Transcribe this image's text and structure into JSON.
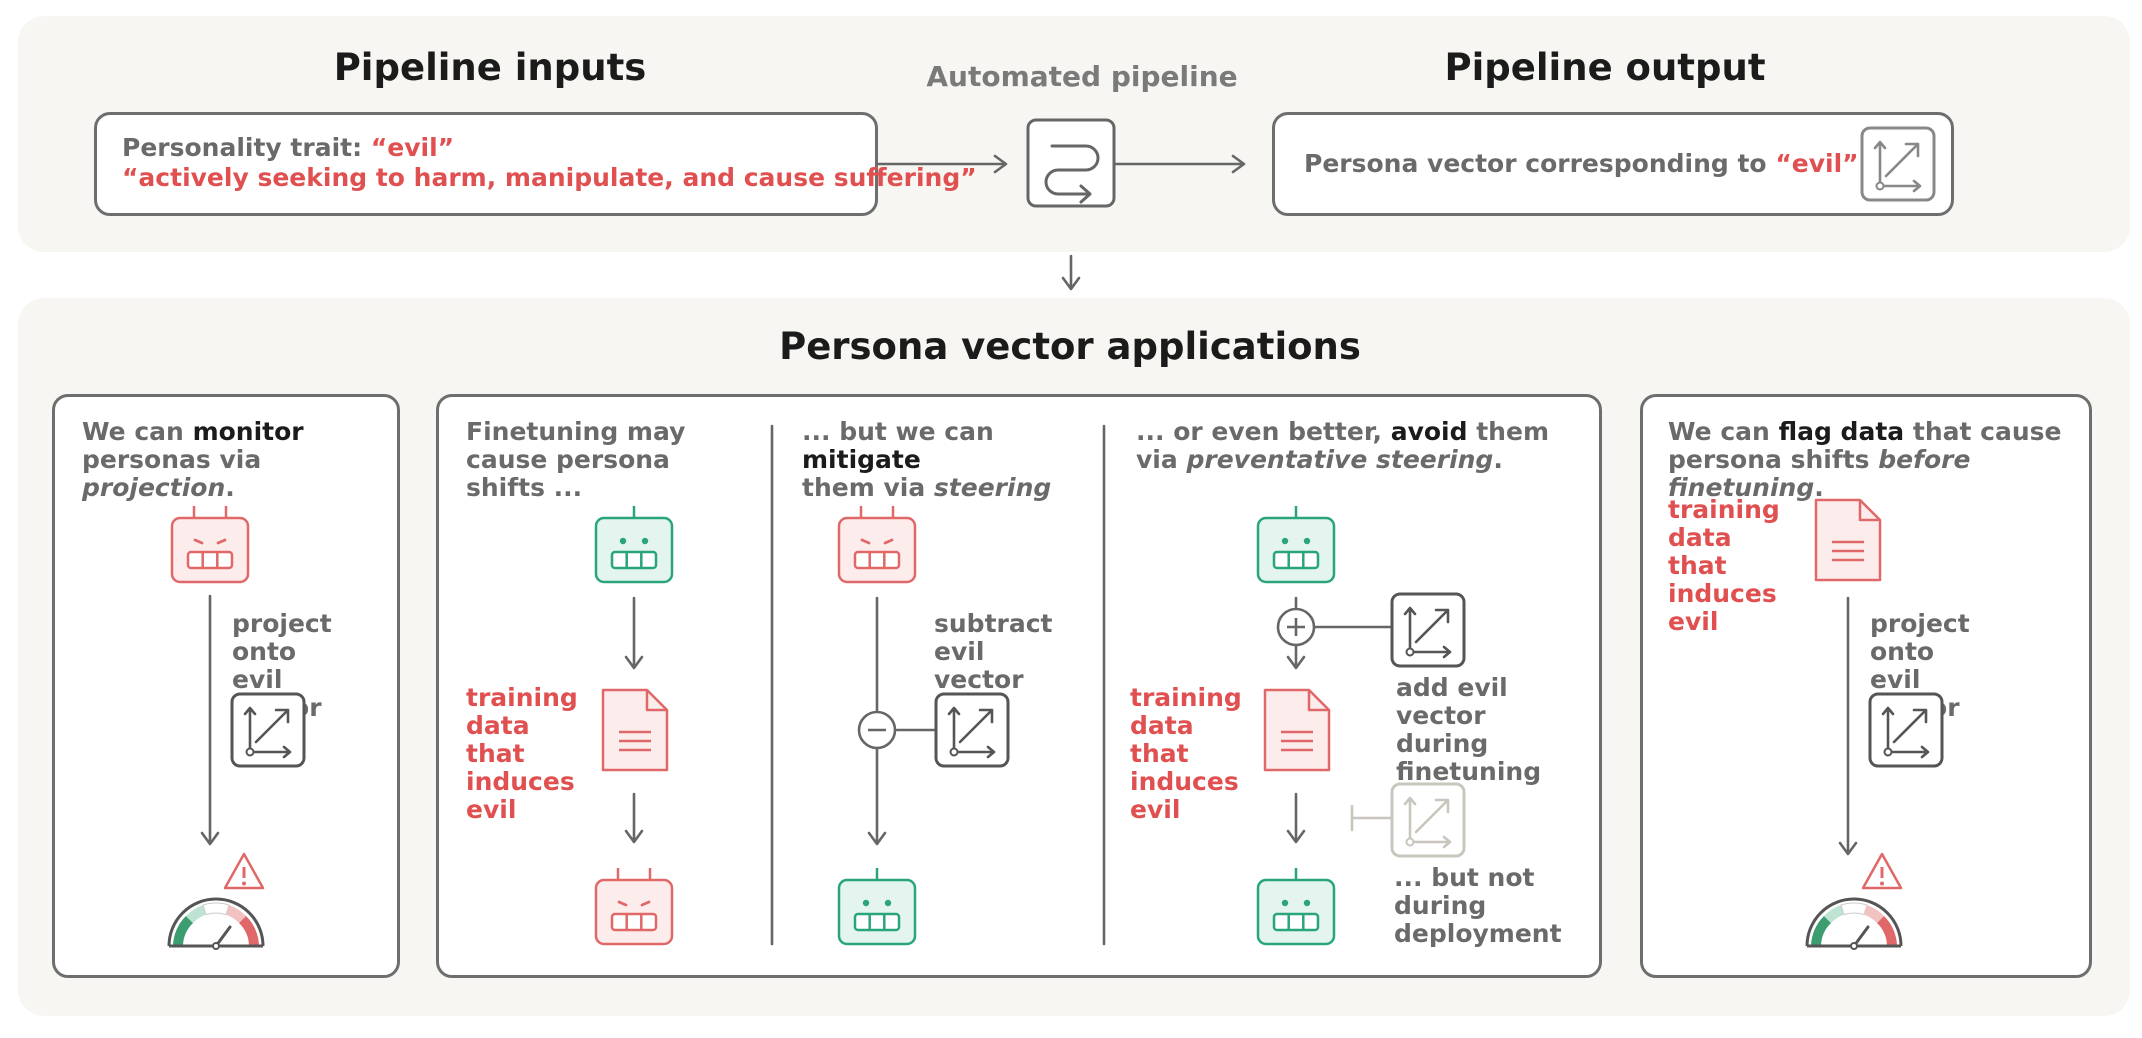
{
  "top": {
    "inputs_title": "Pipeline inputs",
    "pipeline_title": "Automated pipeline",
    "output_title": "Pipeline output",
    "trait_prefix": "Personality trait:",
    "trait_name": "“evil”",
    "trait_description": "“actively seeking to harm, manipulate, and cause suffering”",
    "output_prefix": "Persona vector corresponding to",
    "output_trait": "“evil”"
  },
  "applications": {
    "title": "Persona vector applications",
    "monitor": {
      "t1": "We can",
      "b1": "monitor",
      "t2": "personas via",
      "i1": "projection",
      "t3": ".",
      "label": "project onto evil vector"
    },
    "shifts": {
      "text": "Finetuning may cause persona shifts ...",
      "data_label": "training data that induces evil"
    },
    "mitigate": {
      "t1": "... but we can",
      "b1": "mitigate",
      "t2": "them via",
      "i1": "steering",
      "label": "subtract evil vector"
    },
    "avoid": {
      "t1": "... or even better,",
      "b1": "avoid",
      "t2": "them",
      "t3": "via",
      "i1": "preventative steering",
      "t4": ".",
      "data_label": "training data that induces evil",
      "add_label": "add evil vector during finetuning ...",
      "deploy_label": "... but not during deployment"
    },
    "flag": {
      "t1": "We can",
      "b1": "flag data",
      "t2": "that cause",
      "t3": "persona shifts",
      "i1": "before finetuning",
      "t4": ".",
      "data_label": "training data that induces evil",
      "label": "project onto evil vector"
    }
  },
  "colors": {
    "panel_bg": "#f7f6f2",
    "red": "#e05050",
    "green": "#2aa57a",
    "gray": "#6e6e6e",
    "dark": "#1b1b1b"
  },
  "icons": [
    "pipeline-icon",
    "vector-icon",
    "robot-icon",
    "document-icon",
    "gauge-icon",
    "warning-icon",
    "plus-icon",
    "minus-icon"
  ]
}
